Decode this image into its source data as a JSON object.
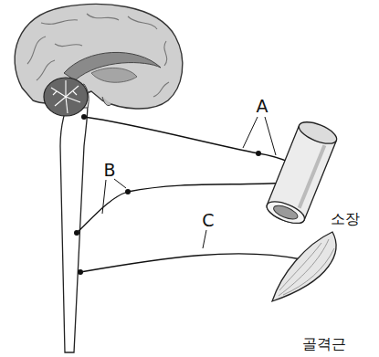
{
  "diagram": {
    "labels": [
      "A",
      "B",
      "C",
      "소장",
      "골격근"
    ]
  }
}
